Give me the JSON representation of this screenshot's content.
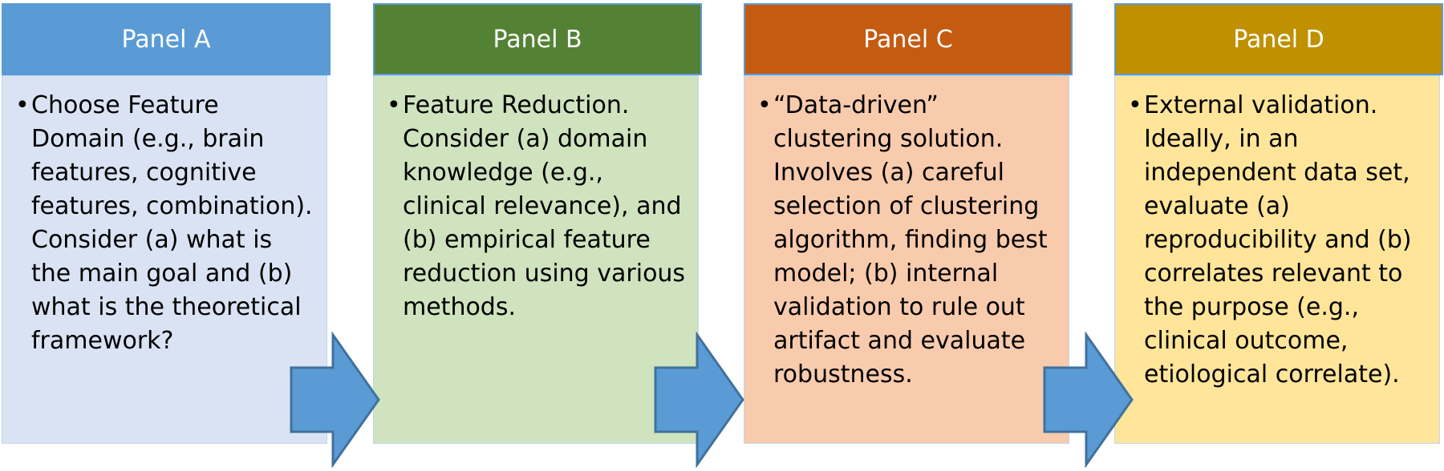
{
  "colors": {
    "border": "#5b9bd5",
    "arrow_fill": "#5b9bd5",
    "arrow_stroke": "#41719c"
  },
  "panels": [
    {
      "title": "Panel A",
      "header_color": "#5b9bd5",
      "body_color": "#dae3f3",
      "bullet": "•",
      "text": "Choose Feature Domain (e.g., brain features, cognitive features, combination). Consider (a) what is the main goal and (b) what is the theoretical framework?"
    },
    {
      "title": "Panel B",
      "header_color": "#548235",
      "body_color": "#cfe3be",
      "bullet": "•",
      "text": "Feature Reduction. Consider (a) domain knowledge (e.g., clinical relevance), and (b) empirical feature reduction using various methods."
    },
    {
      "title": "Panel C",
      "header_color": "#c55a11",
      "body_color": "#f8cbad",
      "bullet": "•",
      "text": "“Data-driven” clustering solution. Involves (a) careful selection of clustering algorithm, finding best model; (b) internal validation to rule out artifact and evaluate robustness."
    },
    {
      "title": "Panel D",
      "header_color": "#bf9000",
      "body_color": "#ffe599",
      "bullet": "•",
      "text": "External validation. Ideally, in an independent data set, evaluate (a) reproducibility and (b) correlates relevant to the purpose (e.g., clinical outcome, etiological correlate)."
    }
  ]
}
